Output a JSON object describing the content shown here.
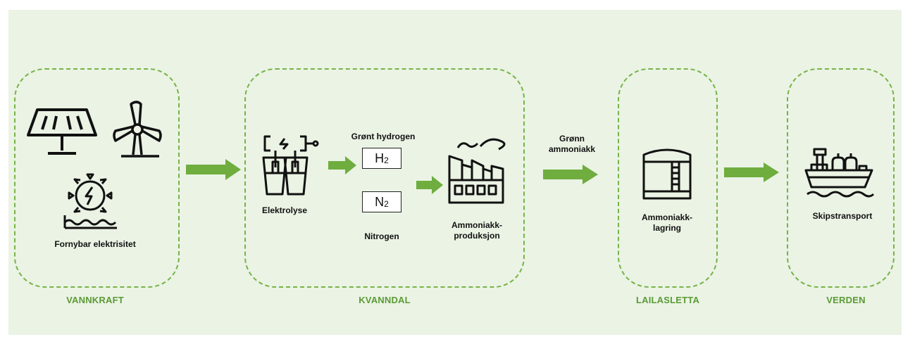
{
  "zones": {
    "vannkraft": "VANNKRAFT",
    "kvanndal": "KVANNDAL",
    "lailasletta": "LAILASLETTA",
    "verden": "VERDEN"
  },
  "labels": {
    "renewable": "Fornybar elektrisitet",
    "electrolysis": "Elektrolyse",
    "green_hydrogen": "Grønt hydrogen",
    "nitrogen": "Nitrogen",
    "h2_symbol": "H",
    "h2_sub": "2",
    "n2_symbol": "N",
    "n2_sub": "2",
    "ammonia_production_1": "Ammoniakk-",
    "ammonia_production_2": "produksjon",
    "green_ammonia_1": "Grønn",
    "green_ammonia_2": "ammoniakk",
    "ammonia_storage_1": "Ammoniakk-",
    "ammonia_storage_2": "lagring",
    "ship_transport": "Skipstransport"
  },
  "icons": [
    "solar-panel-icon",
    "wind-turbine-icon",
    "water-turbine-icon",
    "electrolyzer-icon",
    "factory-icon",
    "storage-tank-icon",
    "ship-icon"
  ],
  "colors": {
    "accent": "#77b347",
    "label": "#5b9a35",
    "background": "#eaf3e4"
  }
}
